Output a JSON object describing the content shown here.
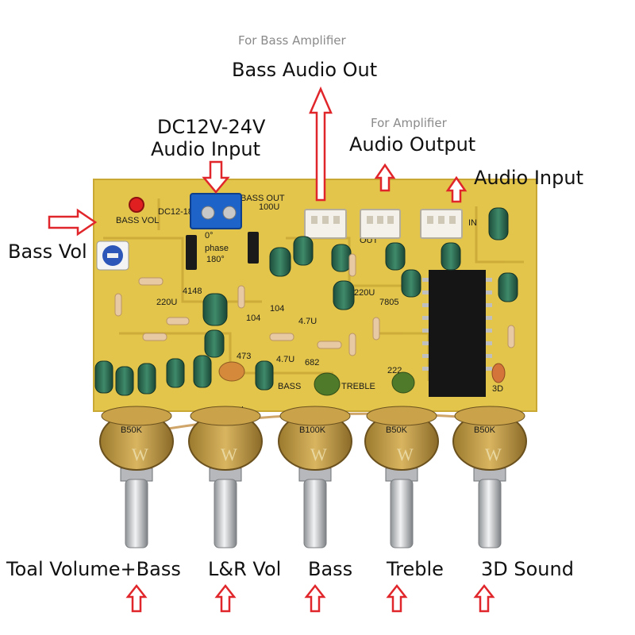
{
  "labels": {
    "for_bass_amplifier": "For Bass Amplifier",
    "bass_audio_out": "Bass Audio Out",
    "dc_power": "DC12V-24V",
    "audio_input_left": "Audio Input",
    "for_amplifier": "For  Amplifier",
    "audio_output": "Audio Output",
    "audio_input_right": "Audio Input",
    "bass_vol": "Bass Vol",
    "knobs": [
      "Toal Volume+Bass",
      "L&R Vol",
      "Bass",
      "Treble",
      "3D Sound"
    ]
  },
  "board_silkscreen": {
    "dc_label": "DC12-18V",
    "bass_vol": "BASS VOL",
    "bass_out": "BASS OUT",
    "phase": "phase",
    "deg0": "0°",
    "deg180": "180°",
    "out": "OUT",
    "in": "IN",
    "bass": "BASS",
    "treble": "TREBLE",
    "three_d": "3D",
    "pot_50k": "50k",
    "c_100u": "100U",
    "c_220u": "220U",
    "c_47u": "4.7U",
    "d_4148": "4148",
    "c_104": "104",
    "c_473": "473",
    "c_682": "682",
    "c_222": "222",
    "reg_7805": "7805",
    "pot_codes": [
      "B50K",
      "B100K",
      "B50K",
      "B50K"
    ]
  },
  "colors": {
    "arrow": "#e0262b",
    "board": "#e2c54a",
    "label_gray": "#8a8a8a"
  }
}
